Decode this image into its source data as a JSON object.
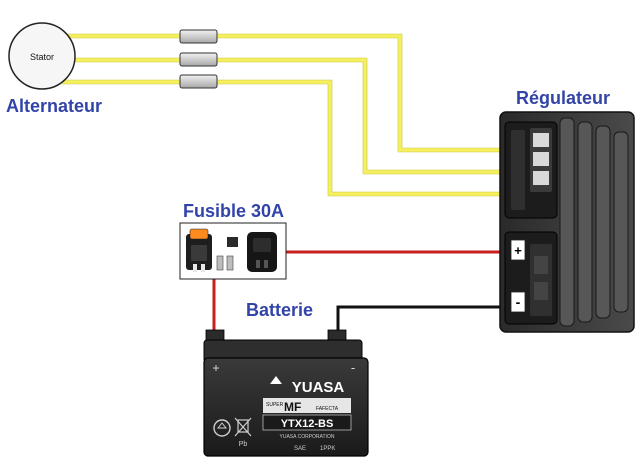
{
  "diagram": {
    "title": "",
    "components": {
      "stator": {
        "label": "Stator",
        "group_label": "Alternateur"
      },
      "regulator": {
        "label": "Régulateur",
        "terminal_plus": "+",
        "terminal_minus": "-"
      },
      "fuse": {
        "label": "Fusible 30A"
      },
      "battery": {
        "label": "Batterie",
        "brand": "YUASA",
        "super": "SUPER",
        "mf": "MF",
        "mf_sub": "FAFECTA",
        "model": "YTX12-BS",
        "corp": "YUASA CORPORATION",
        "sae": "SAE",
        "pb": "Pb",
        "ppk": "1PPK",
        "plus_sign": "+",
        "minus_sign": "-"
      }
    },
    "wire_colors": {
      "ac": "#f4f060",
      "positive": "#c81e1e",
      "negative": "#111111"
    },
    "title_color": "#3344a8"
  }
}
